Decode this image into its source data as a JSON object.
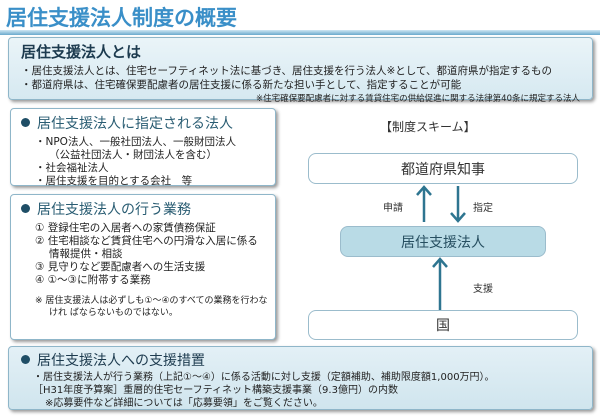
{
  "title": "居住支援法人制度の概要",
  "intro": {
    "heading": "居住支援法人とは",
    "bullets": [
      "・居住支援法人とは、住宅セーフティネット法に基づき、居住支援を行う法人※として、都道府県が指定するもの",
      "・都道府県は、住宅確保要配慮者の居住支援に係る新たな担い手として、指定することが可能"
    ],
    "note": "※住宅確保要配慮者に対する賃貸住宅の供給促進に関する法律第40条に規定する法人"
  },
  "designated": {
    "heading": "居住支援法人に指定される法人",
    "items": [
      "・NPO法人、一般社団法人、一般財団法人",
      "（公益社団法人・財団法人を含む）",
      "・社会福祉法人",
      "・居住支援を目的とする会社　等"
    ]
  },
  "duties": {
    "heading": "居住支援法人の行う業務",
    "items": [
      "① 登録住宅の入居者への家賃債務保証",
      "② 住宅相談など賃貸住宅への円滑な入居に係る",
      "情報提供・相談",
      "③ 見守りなど要配慮者への生活支援",
      "④ ①～③に附帯する業務"
    ],
    "note": [
      "※ 居住支援法人は必ずしも①～④のすべての業務を行わな",
      "けれ ばならないものではない。"
    ]
  },
  "scheme": {
    "title": "【制度スキーム】",
    "governor": "都道府県知事",
    "corporation": "居住支援法人",
    "nation": "国",
    "apply": "申請",
    "designate": "指定",
    "support": "支援",
    "arrow_color": "#2e7590"
  },
  "support": {
    "heading": "居住支援法人への支援措置",
    "lines": [
      "・居住支援法人が行う業務（上記①～④）に係る活動に対し支援（定額補助、補助限度額1,000万円）。",
      "［H31年度予算案］重層的住宅セーフティネット構築支援事業（9.3億円）の内数",
      "※応募要件など詳細については「応募要領」をご覧ください。"
    ]
  }
}
